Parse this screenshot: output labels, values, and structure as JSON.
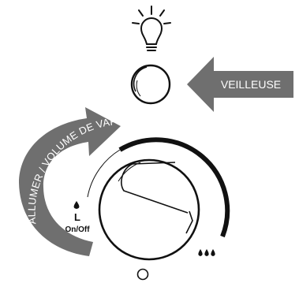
{
  "veilleuse_arrow": {
    "label": "VEILLEUSE",
    "fill_color": "#6f6f6f"
  },
  "curved_arrow": {
    "label": "ALLUMER / VOLUME DE VAPORISATION",
    "fill_color": "#6f6f6f"
  },
  "knob_markings": {
    "low_letter": "L",
    "power_label": "On/Off"
  },
  "icons": {
    "top": "light-bulb-icon",
    "scale_end": "water-drops-icon",
    "bottom": "indicator-circle-icon"
  },
  "colors": {
    "line": "#111111",
    "arrow_fill": "#6f6f6f",
    "text_on_arrow": "#ffffff"
  }
}
